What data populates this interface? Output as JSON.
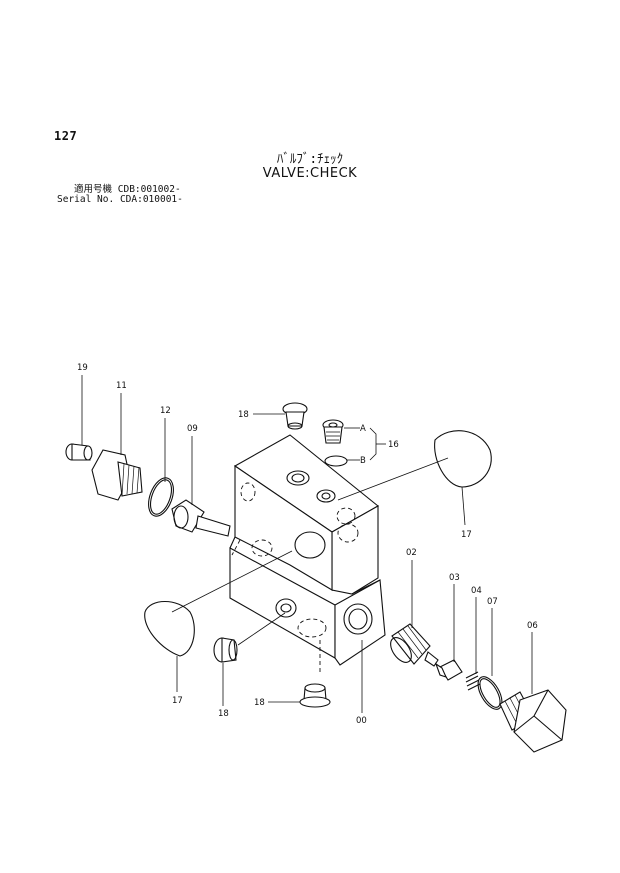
{
  "header": {
    "page_number": "127",
    "title_jp": "ﾊﾞﾙﾌﾞ:ﾁｪｯｸ",
    "title_en": "VALVE:CHECK"
  },
  "serials": [
    {
      "label": "適用号機",
      "value": "CDB:001002-"
    },
    {
      "label": "Serial No.",
      "value": "CDA:010001-"
    }
  ],
  "callouts": {
    "c19": "19",
    "c11": "11",
    "c12": "12",
    "c09": "09",
    "c18_top": "18",
    "c16_A": "A",
    "c16_B": "B",
    "c16": "16",
    "c17_right": "17",
    "c02": "02",
    "c03": "03",
    "c04": "04",
    "c07": "07",
    "c06": "06",
    "c17_left": "17",
    "c18_mid": "18",
    "c18_bot": "18",
    "c00": "00"
  }
}
